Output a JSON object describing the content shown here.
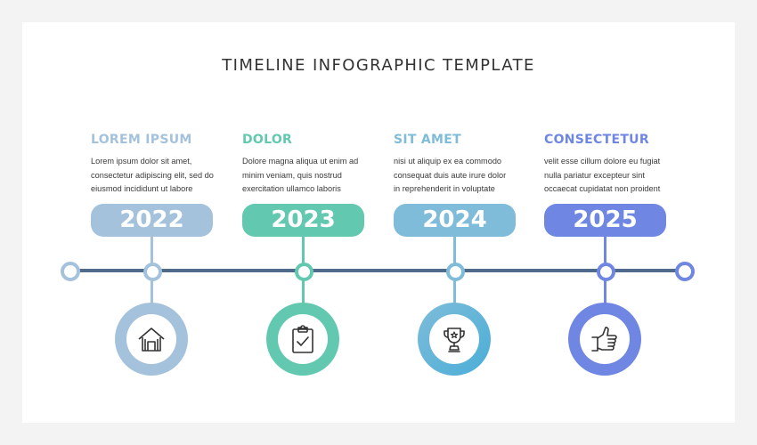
{
  "title": "TIMELINE INFOGRAPHIC TEMPLATE",
  "colors": {
    "background": "#f3f3f3",
    "card": "#ffffff",
    "timeline_line": "#4f6a8a",
    "title_text": "#333333",
    "body_text": "#3a3a3a"
  },
  "milestones": [
    {
      "heading": "LOREM IPSUM",
      "lines": [
        "Lorem ipsum dolor sit amet,",
        "consectetur adipiscing elit, sed do",
        "eiusmod incididunt ut labore"
      ],
      "year": "2022",
      "color": "#a4c2dc",
      "icon": "house-icon"
    },
    {
      "heading": "DOLOR",
      "lines": [
        "Dolore magna aliqua ut enim ad",
        "minim veniam, quis nostrud",
        "exercitation ullamco laboris"
      ],
      "year": "2023",
      "color": "#62c9b0",
      "icon": "clipboard-check-icon"
    },
    {
      "heading": "SIT AMET",
      "lines": [
        "nisi ut aliquip ex ea commodo",
        "consequat duis aute irure dolor",
        "in reprehenderit in voluptate"
      ],
      "year": "2024",
      "color": "#7fbcd9",
      "ring_color": "#5bb3d6",
      "icon": "trophy-icon"
    },
    {
      "heading": "CONSECTETUR",
      "lines": [
        "velit esse cillum dolore eu fugiat",
        "nulla pariatur excepteur sint",
        "occaecat cupidatat non proident"
      ],
      "year": "2025",
      "color": "#6f86e3",
      "icon": "thumbs-up-icon"
    }
  ],
  "timeline": {
    "start_node_color": "#a4c2dc",
    "end_node_color": "#6f86e3"
  }
}
